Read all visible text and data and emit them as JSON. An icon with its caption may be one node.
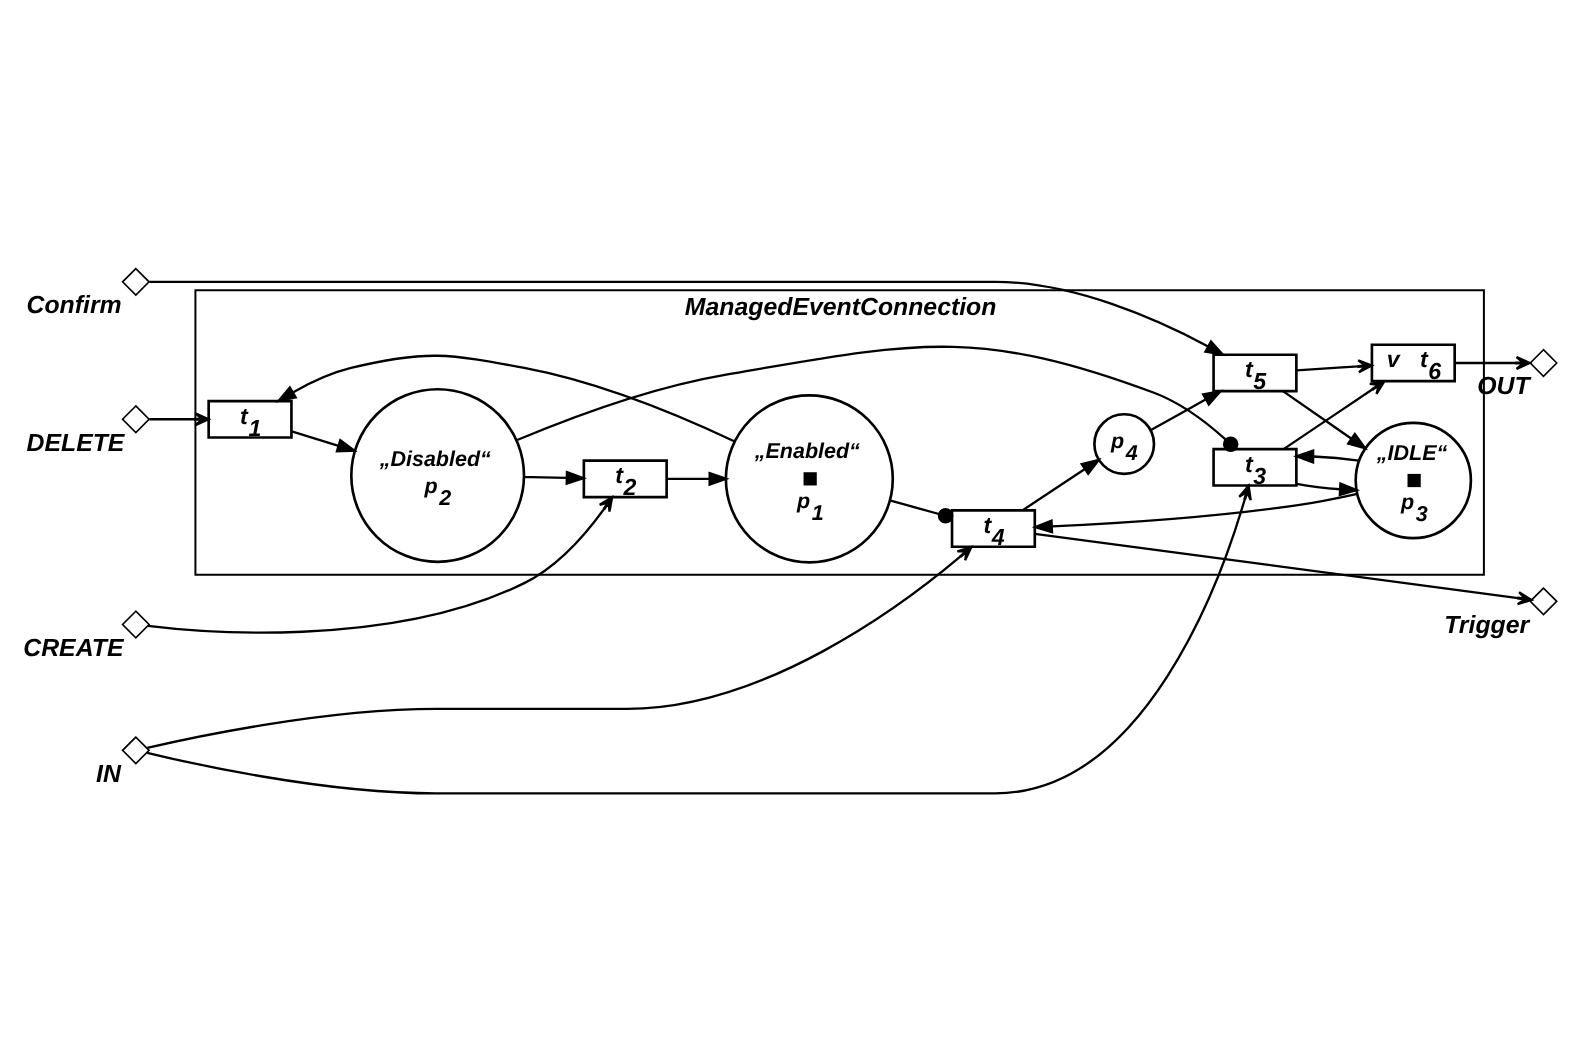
{
  "diagram": {
    "nodes": [
      {
        "text": [
          "ManagedEventConnection"
        ]
      },
      {
        "text": [
          "DELETE"
        ]
      },
      {
        "text": [
          "t$_{1}$"
        ],
        "in": 0
      },
      {
        "text": [
          "„Enabled“",
          "p$_{1}$"
        ],
        "in": 0
      },
      {
        "text": [
          "„Disabled“",
          "p$_{2}$"
        ],
        "in": 0
      },
      {
        "text": [
          "CREATE"
        ]
      },
      {
        "text": [
          "t$_{2}$"
        ],
        "in": 0
      },
      {
        "text": [
          "t$_{3}$"
        ],
        "in": 0
      },
      {
        "text": [
          "IN"
        ]
      },
      {
        "text": [
          "„IDLE“",
          "p$_{3}$"
        ],
        "in": 0
      },
      {
        "text": [
          "t$_{4}$"
        ],
        "in": 0
      },
      {
        "text": [
          "Trigger"
        ]
      },
      {
        "text": [
          "p$_{4}$"
        ],
        "in": 0
      },
      {
        "text": [
          "Confirm"
        ]
      },
      {
        "text": [
          "t$_{5}$"
        ],
        "in": 0
      },
      {
        "text": [
          "v",
          "t$_{6}$"
        ],
        "in": 0
      },
      {
        "text": [
          "OUT"
        ]
      }
    ],
    "edges": [
      {
        "from": 1,
        "to": 2,
        "arrow": "to"
      },
      {
        "from": 3,
        "to": 2,
        "arrow": "to"
      },
      {
        "from": 2,
        "to": 4,
        "arrow": "to"
      },
      {
        "from": 4,
        "to": 6,
        "arrow": "to"
      },
      {
        "from": 6,
        "to": 3,
        "arrow": "to"
      },
      {
        "from": 5,
        "to": 6,
        "arrow": "to"
      },
      {
        "from": 4,
        "to": 7,
        "arrow": "other"
      },
      {
        "from": 8,
        "to": 7,
        "arrow": "to"
      },
      {
        "from": 8,
        "to": 10,
        "arrow": "to"
      },
      {
        "from": 9,
        "to": 7,
        "arrow": "to"
      },
      {
        "from": 7,
        "to": 9,
        "arrow": "to"
      },
      {
        "from": 3,
        "to": 10,
        "arrow": "other"
      },
      {
        "from": 9,
        "to": 10,
        "arrow": "to"
      },
      {
        "from": 10,
        "to": 11,
        "arrow": "to"
      },
      {
        "from": 10,
        "to": 12,
        "arrow": "to"
      },
      {
        "from": 12,
        "to": 14,
        "arrow": "to"
      },
      {
        "from": 13,
        "to": 14,
        "arrow": "to"
      },
      {
        "from": 14,
        "to": 9,
        "arrow": "to"
      },
      {
        "from": 7,
        "to": 15,
        "arrow": "to"
      },
      {
        "from": 14,
        "to": 15,
        "arrow": "to"
      },
      {
        "from": 15,
        "to": 16,
        "arrow": "to"
      }
    ]
  }
}
